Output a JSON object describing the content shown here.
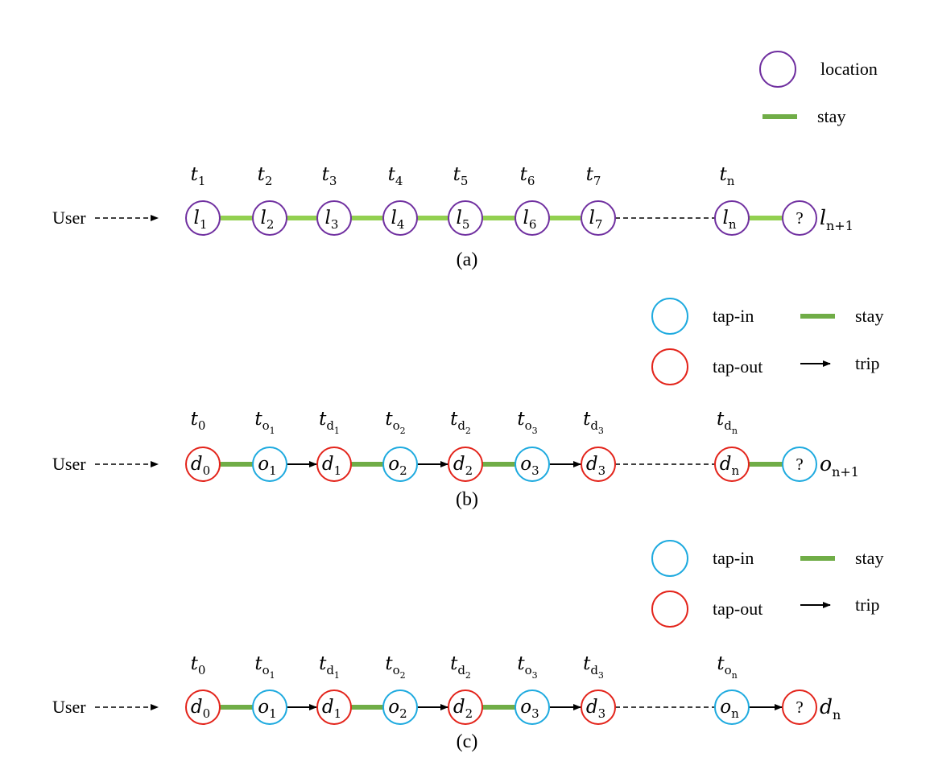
{
  "colors": {
    "location": "#7030a0",
    "tap_in": "#1eaadf",
    "tap_out": "#e3241b",
    "stay_light": "#92d050",
    "stay_dark": "#70ad47",
    "line": "#000000"
  },
  "panels": [
    {
      "id": "a",
      "caption": "(a)",
      "user_label": "User",
      "legend": [
        {
          "kind": "circle",
          "color_key": "location",
          "label": "location"
        },
        {
          "kind": "stay",
          "color_key": "stay_dark",
          "label": "stay"
        }
      ],
      "nodes": [
        {
          "sym": "l",
          "sub": "1",
          "color_key": "location",
          "time_sym": "t",
          "time_sub": "1",
          "time_subsub": ""
        },
        {
          "sym": "l",
          "sub": "2",
          "color_key": "location",
          "time_sym": "t",
          "time_sub": "2",
          "time_subsub": ""
        },
        {
          "sym": "l",
          "sub": "3",
          "color_key": "location",
          "time_sym": "t",
          "time_sub": "3",
          "time_subsub": ""
        },
        {
          "sym": "l",
          "sub": "4",
          "color_key": "location",
          "time_sym": "t",
          "time_sub": "4",
          "time_subsub": ""
        },
        {
          "sym": "l",
          "sub": "5",
          "color_key": "location",
          "time_sym": "t",
          "time_sub": "5",
          "time_subsub": ""
        },
        {
          "sym": "l",
          "sub": "6",
          "color_key": "location",
          "time_sym": "t",
          "time_sub": "6",
          "time_subsub": ""
        },
        {
          "sym": "l",
          "sub": "7",
          "color_key": "location",
          "time_sym": "t",
          "time_sub": "7",
          "time_subsub": ""
        },
        {
          "sym": "l",
          "sub": "n",
          "color_key": "location",
          "time_sym": "t",
          "time_sub": "n",
          "time_subsub": ""
        },
        {
          "sym": "?",
          "sub": "",
          "color_key": "location",
          "time_sym": "",
          "time_sub": "",
          "time_subsub": ""
        }
      ],
      "edges": [
        "stay",
        "stay",
        "stay",
        "stay",
        "stay",
        "stay",
        "dashed",
        "stay"
      ],
      "predict": {
        "sym": "l",
        "sub": "n+1"
      }
    },
    {
      "id": "b",
      "caption": "(b)",
      "user_label": "User",
      "legend": [
        {
          "kind": "circle",
          "color_key": "tap_in",
          "label": "tap-in"
        },
        {
          "kind": "stay",
          "color_key": "stay_dark",
          "label": "stay"
        },
        {
          "kind": "circle",
          "color_key": "tap_out",
          "label": "tap-out"
        },
        {
          "kind": "arrow",
          "color_key": "line",
          "label": "trip"
        }
      ],
      "nodes": [
        {
          "sym": "d",
          "sub": "0",
          "color_key": "tap_out",
          "time_sym": "t",
          "time_sub": "0",
          "time_subsub": ""
        },
        {
          "sym": "o",
          "sub": "1",
          "color_key": "tap_in",
          "time_sym": "t",
          "time_sub": "o",
          "time_subsub": "1"
        },
        {
          "sym": "d",
          "sub": "1",
          "color_key": "tap_out",
          "time_sym": "t",
          "time_sub": "d",
          "time_subsub": "1"
        },
        {
          "sym": "o",
          "sub": "2",
          "color_key": "tap_in",
          "time_sym": "t",
          "time_sub": "o",
          "time_subsub": "2"
        },
        {
          "sym": "d",
          "sub": "2",
          "color_key": "tap_out",
          "time_sym": "t",
          "time_sub": "d",
          "time_subsub": "2"
        },
        {
          "sym": "o",
          "sub": "3",
          "color_key": "tap_in",
          "time_sym": "t",
          "time_sub": "o",
          "time_subsub": "3"
        },
        {
          "sym": "d",
          "sub": "3",
          "color_key": "tap_out",
          "time_sym": "t",
          "time_sub": "d",
          "time_subsub": "3"
        },
        {
          "sym": "d",
          "sub": "n",
          "color_key": "tap_out",
          "time_sym": "t",
          "time_sub": "d",
          "time_subsub": "n"
        },
        {
          "sym": "?",
          "sub": "",
          "color_key": "tap_in",
          "time_sym": "",
          "time_sub": "",
          "time_subsub": ""
        }
      ],
      "edges": [
        "stay",
        "arrow",
        "stay",
        "arrow",
        "stay",
        "arrow",
        "dashed",
        "stay"
      ],
      "predict": {
        "sym": "o",
        "sub": "n+1"
      }
    },
    {
      "id": "c",
      "caption": "(c)",
      "user_label": "User",
      "legend": [
        {
          "kind": "circle",
          "color_key": "tap_in",
          "label": "tap-in"
        },
        {
          "kind": "stay",
          "color_key": "stay_dark",
          "label": "stay"
        },
        {
          "kind": "circle",
          "color_key": "tap_out",
          "label": "tap-out"
        },
        {
          "kind": "arrow",
          "color_key": "line",
          "label": "trip"
        }
      ],
      "nodes": [
        {
          "sym": "d",
          "sub": "0",
          "color_key": "tap_out",
          "time_sym": "t",
          "time_sub": "0",
          "time_subsub": ""
        },
        {
          "sym": "o",
          "sub": "1",
          "color_key": "tap_in",
          "time_sym": "t",
          "time_sub": "o",
          "time_subsub": "1"
        },
        {
          "sym": "d",
          "sub": "1",
          "color_key": "tap_out",
          "time_sym": "t",
          "time_sub": "d",
          "time_subsub": "1"
        },
        {
          "sym": "o",
          "sub": "2",
          "color_key": "tap_in",
          "time_sym": "t",
          "time_sub": "o",
          "time_subsub": "2"
        },
        {
          "sym": "d",
          "sub": "2",
          "color_key": "tap_out",
          "time_sym": "t",
          "time_sub": "d",
          "time_subsub": "2"
        },
        {
          "sym": "o",
          "sub": "3",
          "color_key": "tap_in",
          "time_sym": "t",
          "time_sub": "o",
          "time_subsub": "3"
        },
        {
          "sym": "d",
          "sub": "3",
          "color_key": "tap_out",
          "time_sym": "t",
          "time_sub": "d",
          "time_subsub": "3"
        },
        {
          "sym": "o",
          "sub": "n",
          "color_key": "tap_in",
          "time_sym": "t",
          "time_sub": "o",
          "time_subsub": "n"
        },
        {
          "sym": "?",
          "sub": "",
          "color_key": "tap_out",
          "time_sym": "",
          "time_sub": "",
          "time_subsub": ""
        }
      ],
      "edges": [
        "stay",
        "arrow",
        "stay",
        "arrow",
        "stay",
        "arrow",
        "dashed",
        "arrow"
      ],
      "predict": {
        "sym": "d",
        "sub": "n"
      }
    }
  ]
}
